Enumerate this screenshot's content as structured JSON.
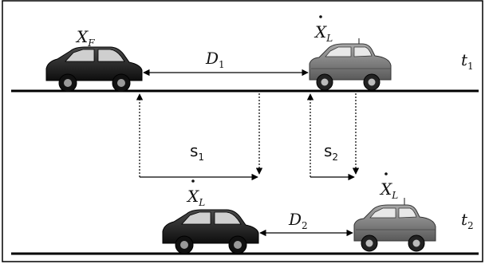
{
  "labels": {
    "xf": {
      "main": "X",
      "sub": "F"
    },
    "xl_top": {
      "main": "X",
      "sub": "L"
    },
    "d1": {
      "main": "D",
      "sub": "1"
    },
    "t1": {
      "main": "t",
      "sub": "1"
    },
    "s1": {
      "main": "s",
      "sub": "1"
    },
    "s2": {
      "main": "s",
      "sub": "2"
    },
    "xl_bottom_left": {
      "main": "X",
      "sub": "L"
    },
    "xl_bottom_right": {
      "main": "X",
      "sub": "L"
    },
    "d2": {
      "main": "D",
      "sub": "2"
    },
    "t2": {
      "main": "t",
      "sub": "2"
    }
  },
  "colors": {
    "road": "#000000",
    "follower_car": "#1a1a1a",
    "leader_car": "#6b6b6b",
    "arrow": "#000000"
  }
}
